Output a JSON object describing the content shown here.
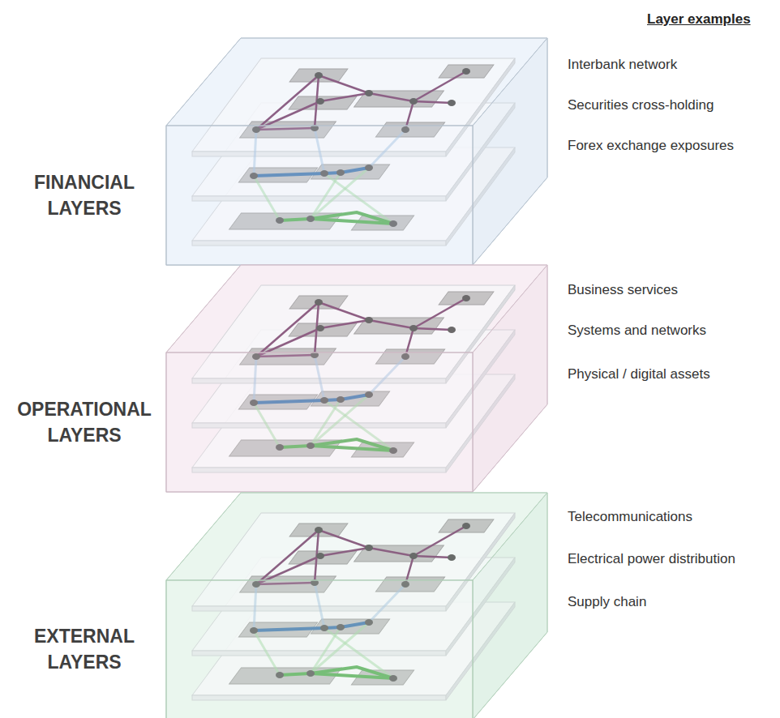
{
  "diagram": {
    "nodes": [
      {
        "text": [
          "FINANCIAL LAYERS"
        ]
      },
      {
        "text": [
          "OPERATIONAL LAYERS"
        ]
      },
      {
        "text": [
          "EXTERNAL LAYERS"
        ]
      }
    ],
    "labels": [
      "Layer examples",
      "Interbank network",
      "Securities cross-holding",
      "Forex exchange exposures",
      "Business services",
      "Systems and networks",
      "Physical / digital assets",
      "Telecommunications",
      "Electrical power distribution",
      "Supply chain"
    ]
  }
}
